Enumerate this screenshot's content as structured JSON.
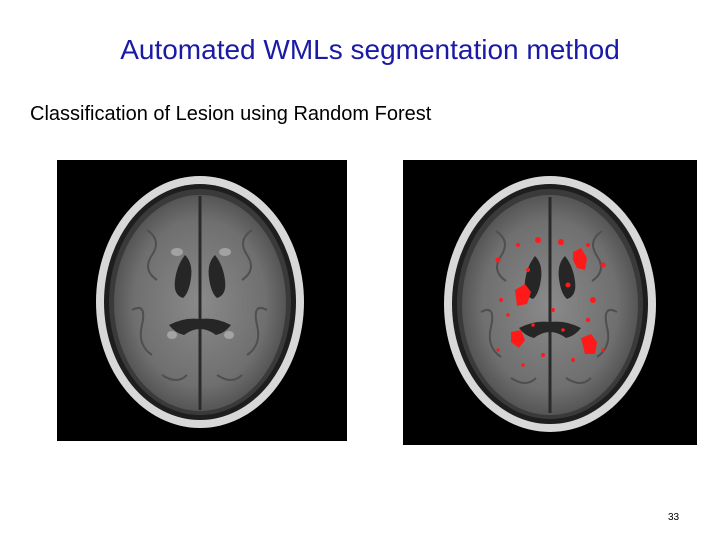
{
  "slide": {
    "title": "Automated WMLs segmentation method",
    "subtitle": "Classification of Lesion using Random Forest",
    "page_number": "33"
  },
  "images": [
    {
      "name": "axial-flair-mri-original",
      "content": "axial FLAIR brain MRI slice, grayscale"
    },
    {
      "name": "axial-flair-mri-segmented",
      "content": "same axial slice with white matter lesion classification overlay",
      "overlay_color": "#ff1a1a"
    }
  ],
  "colors": {
    "title": "#1a1aa6",
    "text": "#000000",
    "image_background": "#000000",
    "lesion_overlay": "#ff1a1a"
  }
}
